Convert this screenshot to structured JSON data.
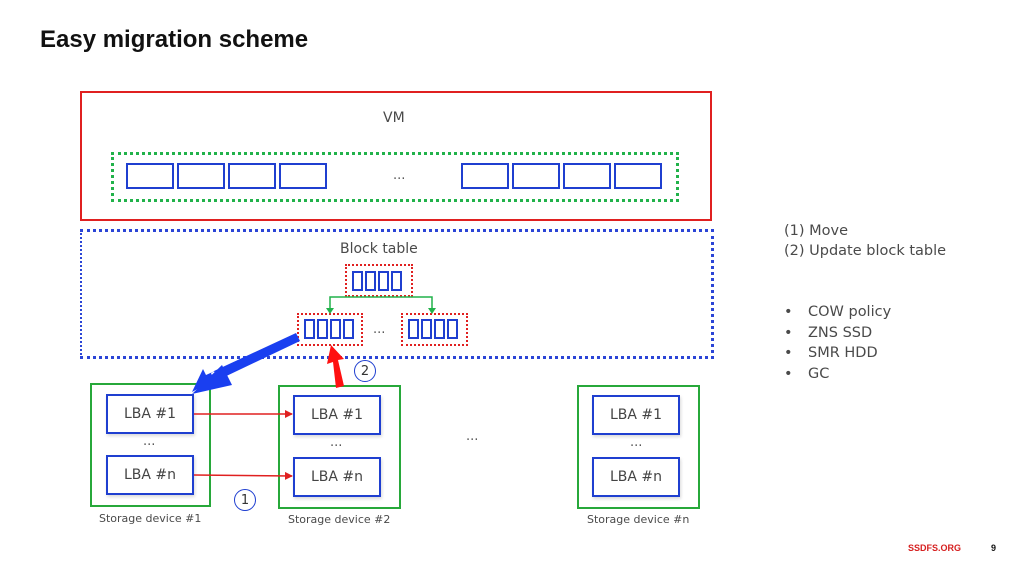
{
  "title": "Easy migration scheme",
  "vm": {
    "label": "VM",
    "ellipsis": "..."
  },
  "block_table": {
    "label": "Block table",
    "ellipsis": "..."
  },
  "devices": [
    {
      "name": "Storage device #1",
      "lba_first": "LBA #1",
      "ellipsis": "...",
      "lba_last": "LBA #n"
    },
    {
      "name": "Storage device #2",
      "lba_first": "LBA #1",
      "ellipsis": "...",
      "lba_last": "LBA #n"
    },
    {
      "name": "Storage device #n",
      "lba_first": "LBA #1",
      "ellipsis": "...",
      "lba_last": "LBA #n"
    }
  ],
  "devices_ellipsis": "...",
  "steps": {
    "one": "1",
    "two": "2"
  },
  "legend": [
    "(1)  Move",
    "(2)  Update block table"
  ],
  "bullets": [
    "COW policy",
    "ZNS SSD",
    "SMR HDD",
    "GC"
  ],
  "bullet_char": "•",
  "footer": "SSDFS.ORG",
  "page_number": "9",
  "colors": {
    "vm_border": "#e02020",
    "group_border": "#21b24a",
    "block": "#1f3fd0",
    "move_arrow": "#1a3ff0",
    "update_arrow": "#ff1010",
    "device_border": "#27a83a"
  }
}
